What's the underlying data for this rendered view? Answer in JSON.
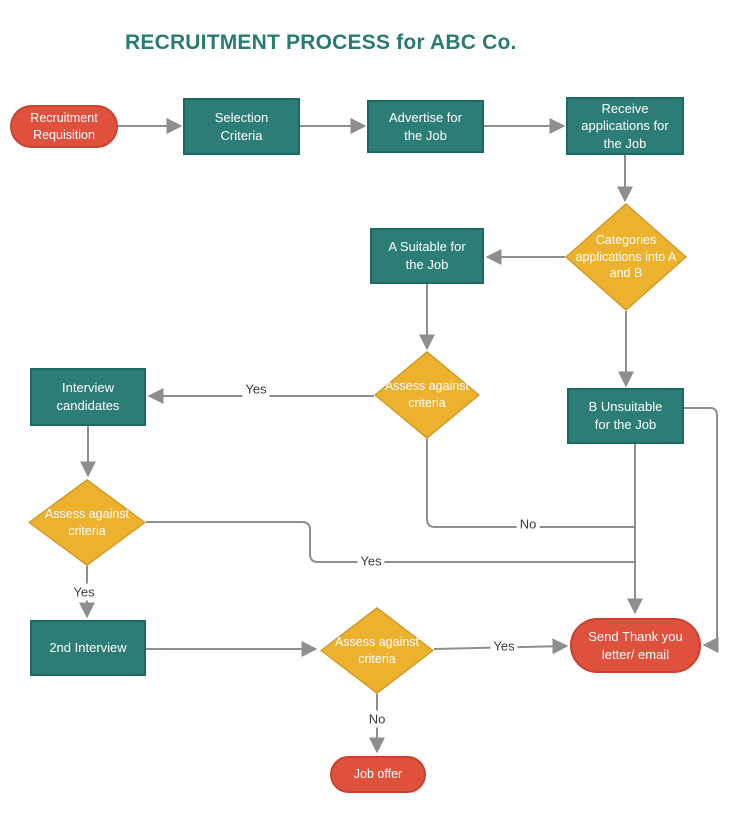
{
  "title": "RECRUITMENT PROCESS for ABC Co.",
  "nodes": {
    "recruitment_requisition": "Recruitment Requisition",
    "selection_criteria": "Selection Criteria",
    "advertise": "Advertise for the Job",
    "receive_applications": "Receive applications for the Job",
    "categories": "Categories applications into A and B",
    "a_suitable": "A Suitable for the Job",
    "assess_1": "Assess against criteria",
    "interview_candidates": "Interview candidates",
    "b_unsuitable": "B Unsuitable for the Job",
    "assess_2": "Assess against criteria",
    "second_interview": "2nd Interview",
    "assess_3": "Assess against criteria",
    "send_thank_you": "Send Thank you letter/ email",
    "job_offer": "Job offer"
  },
  "edge_labels": {
    "assess1_yes": "Yes",
    "assess1_no": "No",
    "assess2_yes_down": "Yes",
    "assess2_yes_right": "Yes",
    "assess3_yes": "Yes",
    "assess3_no": "No"
  },
  "colors": {
    "process_fill": "#2B7D76",
    "process_border": "#1C6B63",
    "decision_fill": "#ECB22E",
    "decision_border": "#CE9A26",
    "terminator_fill": "#E0513D",
    "terminator_border": "#C7422F",
    "connector": "#8E8E8E",
    "title": "#2A7C73",
    "edge_label_text": "#3D3D3D",
    "background": "#FFFFFF"
  }
}
